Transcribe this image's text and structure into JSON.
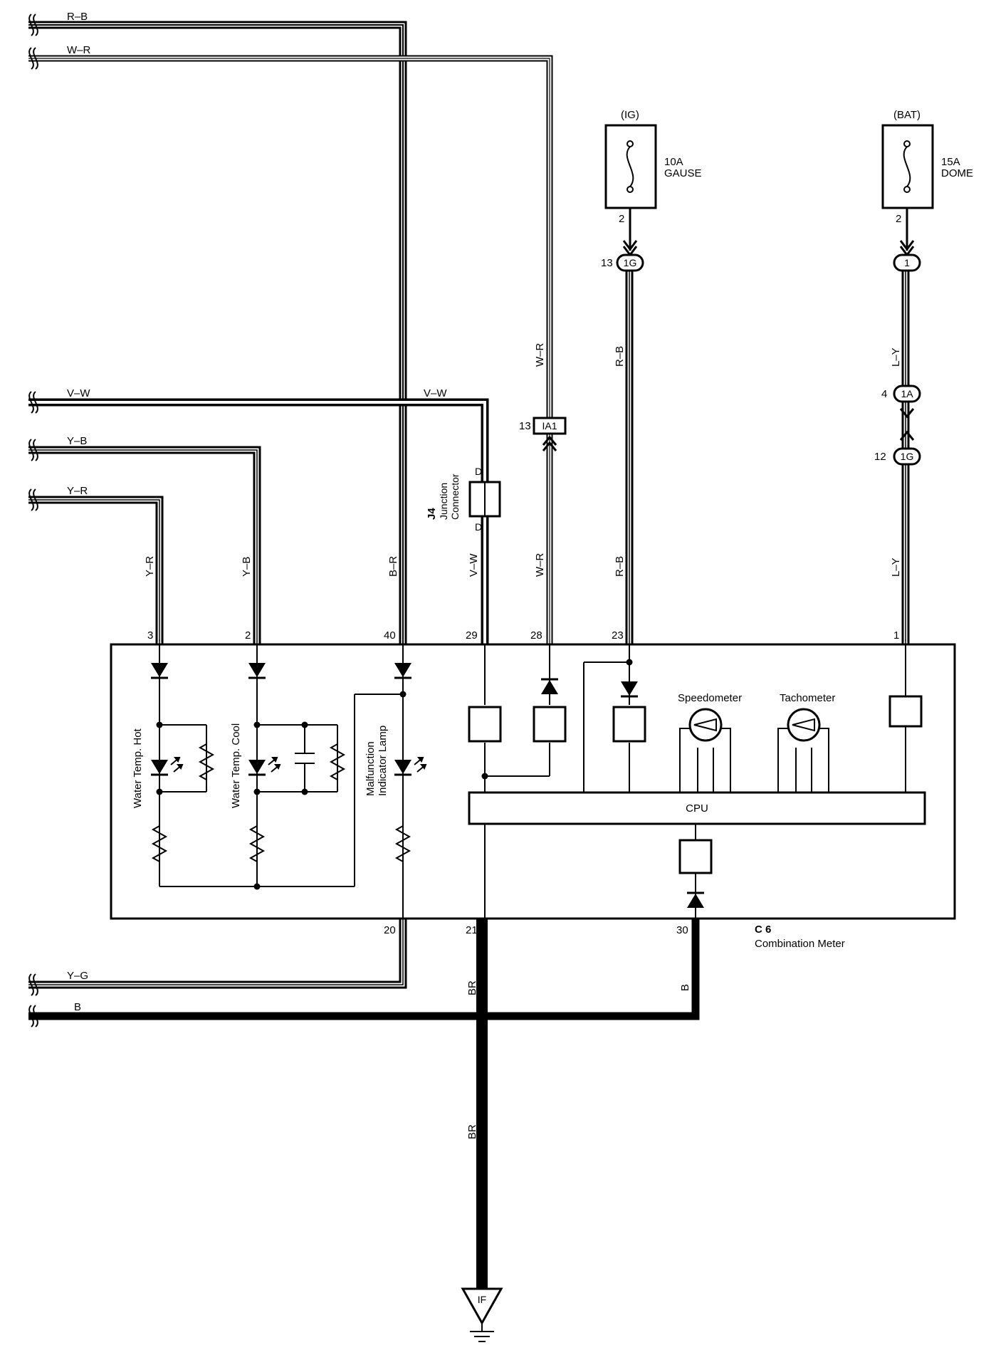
{
  "wires": {
    "rb_top": "R–B",
    "wr_top": "W–R",
    "vw_left": "V–W",
    "vw_mid": "V–W",
    "yb_left": "Y–B",
    "yr_left": "Y–R",
    "yr_vert": "Y–R",
    "yb_vert": "Y–B",
    "br_vert": "B–R",
    "vw_vert": "V–W",
    "wr_upper": "W–R",
    "wr_lower": "W–R",
    "rb_upper": "R–B",
    "rb_lower": "R–B",
    "ly_upper": "L–Y",
    "ly_lower": "L–Y",
    "yg_left": "Y–G",
    "b_left": "B",
    "br_lower1": "BR",
    "br_lower2": "BR",
    "b_vert": "B"
  },
  "fuses": {
    "ig": {
      "supply": "(IG)",
      "rating": "10A",
      "name": "GAUSE",
      "pin": "2"
    },
    "bat": {
      "supply": "(BAT)",
      "rating": "15A",
      "name": "DOME",
      "pin": "2"
    }
  },
  "connectors": {
    "ig_1g": {
      "label": "1G",
      "pin": "13"
    },
    "bat_1": {
      "label": "1"
    },
    "bat_1a": {
      "label": "1A",
      "pin": "4"
    },
    "bat_1g": {
      "label": "1G",
      "pin": "12"
    },
    "ia1": {
      "label": "IA1",
      "pin": "13"
    },
    "j4": {
      "code": "J4",
      "line1": "Junction",
      "line2": "Connector",
      "pin_top": "D",
      "pin_bottom": "D"
    }
  },
  "meter": {
    "code": "C 6",
    "name": "Combination Meter",
    "pins_top": {
      "p3": "3",
      "p2": "2",
      "p40": "40",
      "p29": "29",
      "p28": "28",
      "p23": "23",
      "p1": "1"
    },
    "pins_bottom": {
      "p20": "20",
      "p21": "21",
      "p30": "30"
    },
    "labels": {
      "water_hot": "Water Temp.  Hot",
      "water_cool": "Water Temp.  Cool",
      "mil_line1": "Malfunction",
      "mil_line2": "Indicator Lamp",
      "speedometer": "Speedometer",
      "tachometer": "Tachometer",
      "cpu": "CPU"
    }
  },
  "ground": {
    "label": "IF"
  }
}
